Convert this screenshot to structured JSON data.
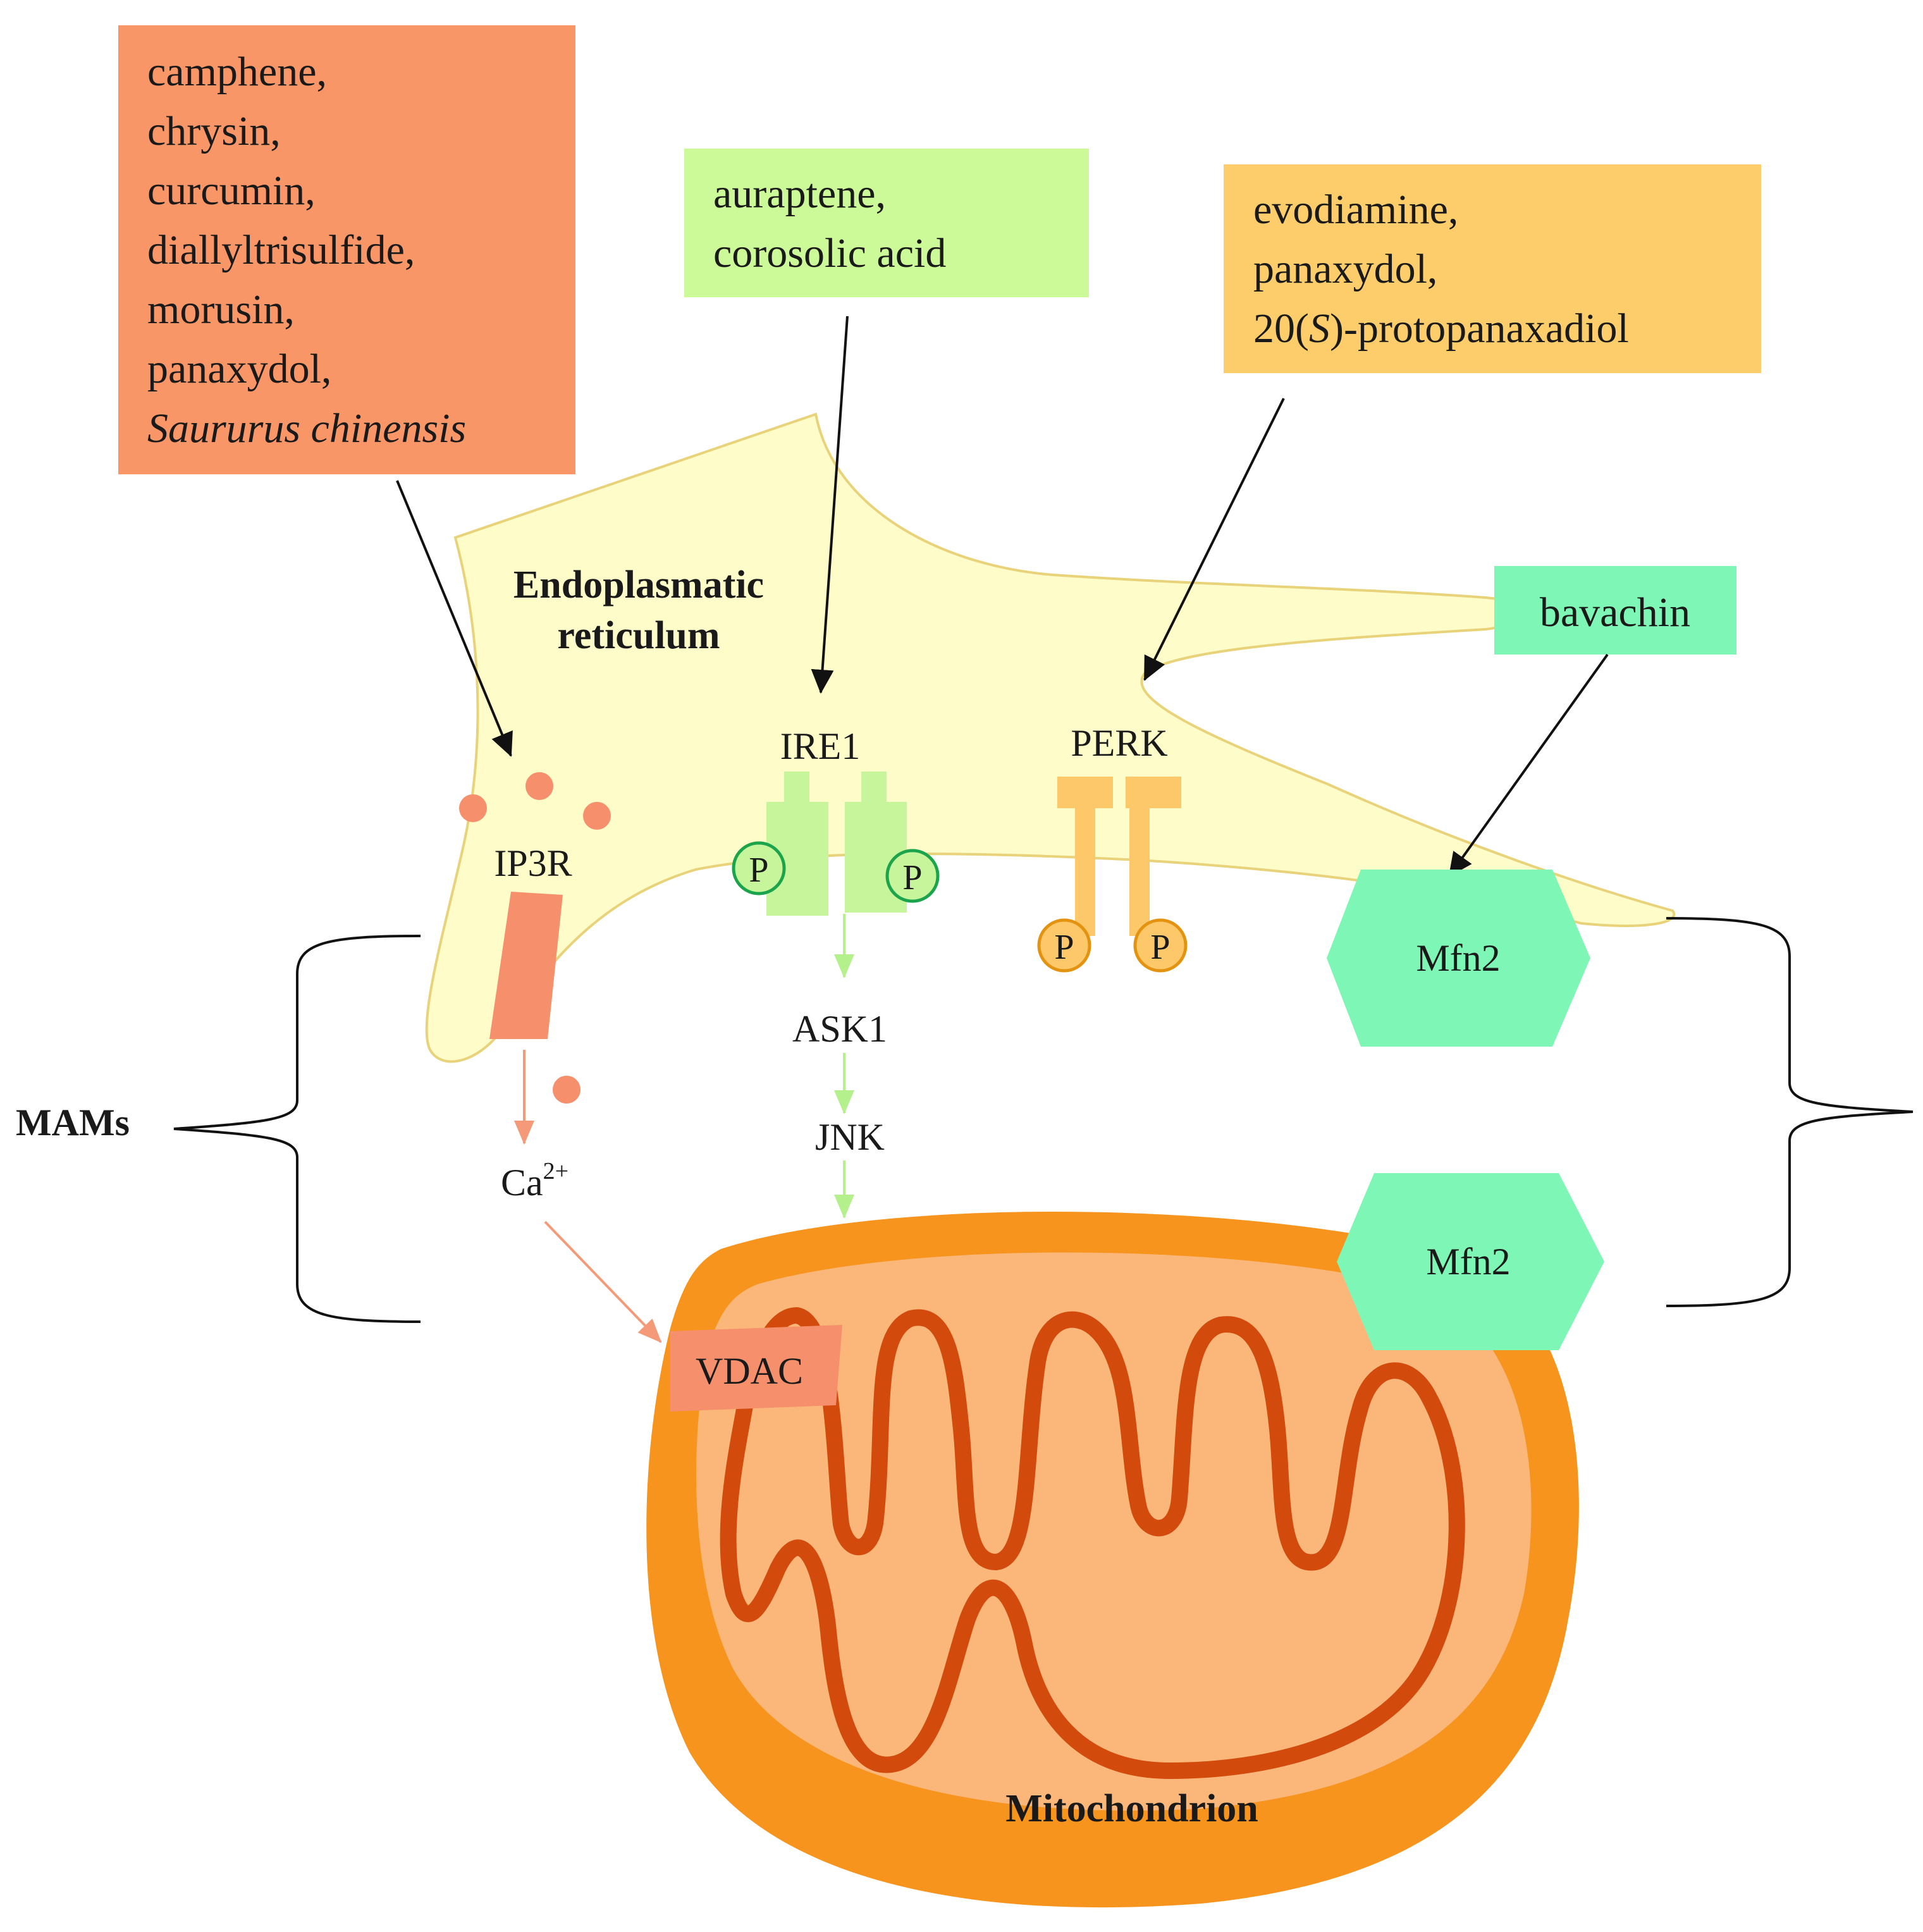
{
  "compound_boxes": {
    "ip3r": {
      "lines": [
        "camphene,",
        "chrysin,",
        "curcumin,",
        "diallyltrisulfide,",
        "morusin,",
        "panaxydol,"
      ],
      "italic_line": "Saururus chinensis",
      "color": "#f99668"
    },
    "ire1": {
      "lines": [
        "auraptene,",
        "corosolic acid"
      ],
      "color": "#ccfa98"
    },
    "perk": {
      "lines": [
        "evodiamine,",
        "panaxydol,"
      ],
      "line3_prefix": "20(",
      "line3_italic": "S",
      "line3_suffix": ")-protopanaxadiol",
      "color": "#fccd6a"
    },
    "mfn2": {
      "label": "bavachin",
      "color": "#7ef6b5"
    }
  },
  "organelles": {
    "er": {
      "label_line1": "Endoplasmatic",
      "label_line2": "reticulum",
      "color": "#fefcc8"
    },
    "mitochondrion": {
      "label": "Mitochondrion",
      "outer_color": "#f7941d",
      "inner_color": "#fbb77a",
      "cristae_color": "#d24a0c"
    }
  },
  "proteins": {
    "ip3r": "IP3R",
    "ire1": "IRE1",
    "perk": "PERK",
    "ask1": "ASK1",
    "jnk": "JNK",
    "vdac": "VDAC",
    "mfn2_er": "Mfn2",
    "mfn2_mito": "Mfn2",
    "phospho": "P",
    "calcium_base": "Ca",
    "calcium_charge": "2+"
  },
  "region_label": "MAMs"
}
